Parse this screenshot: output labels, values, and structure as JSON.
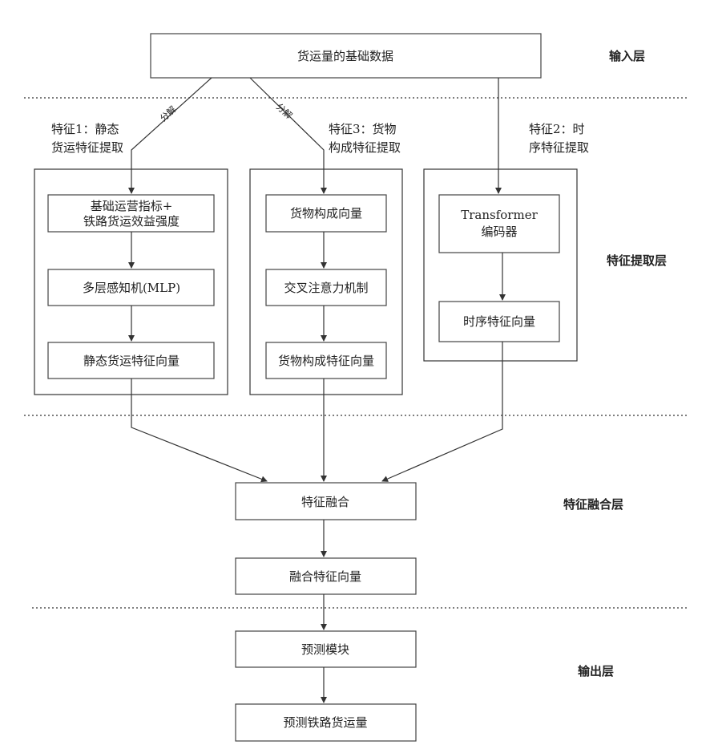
{
  "layers": {
    "input": "输入层",
    "feature_extraction": "特征提取层",
    "feature_fusion": "特征融合层",
    "output": "输出层"
  },
  "nodes": {
    "base_data": "货运量的基础数据",
    "base_ops_line1": "基础运营指标+",
    "base_ops_line2": "铁路货运效益强度",
    "mlp": "多层感知机(MLP)",
    "static_vector": "静态货运特征向量",
    "cargo_vector": "货物构成向量",
    "cross_attention": "交叉注意力机制",
    "cargo_feature_vector": "货物构成特征向量",
    "transformer_line1": "Transformer",
    "transformer_line2": "编码器",
    "temporal_vector": "时序特征向量",
    "feature_fusion": "特征融合",
    "fused_vector": "融合特征向量",
    "prediction_module": "预测模块",
    "predicted_volume": "预测铁路货运量"
  },
  "feature_labels": {
    "f1_line1": "特征1：静态",
    "f1_line2": "货运特征提取",
    "f3_line1": "特征3：货物",
    "f3_line2": "构成特征提取",
    "f2_line1": "特征2：时",
    "f2_line2": "序特征提取"
  },
  "edge_labels": {
    "left": "分解",
    "middle": "分解"
  }
}
